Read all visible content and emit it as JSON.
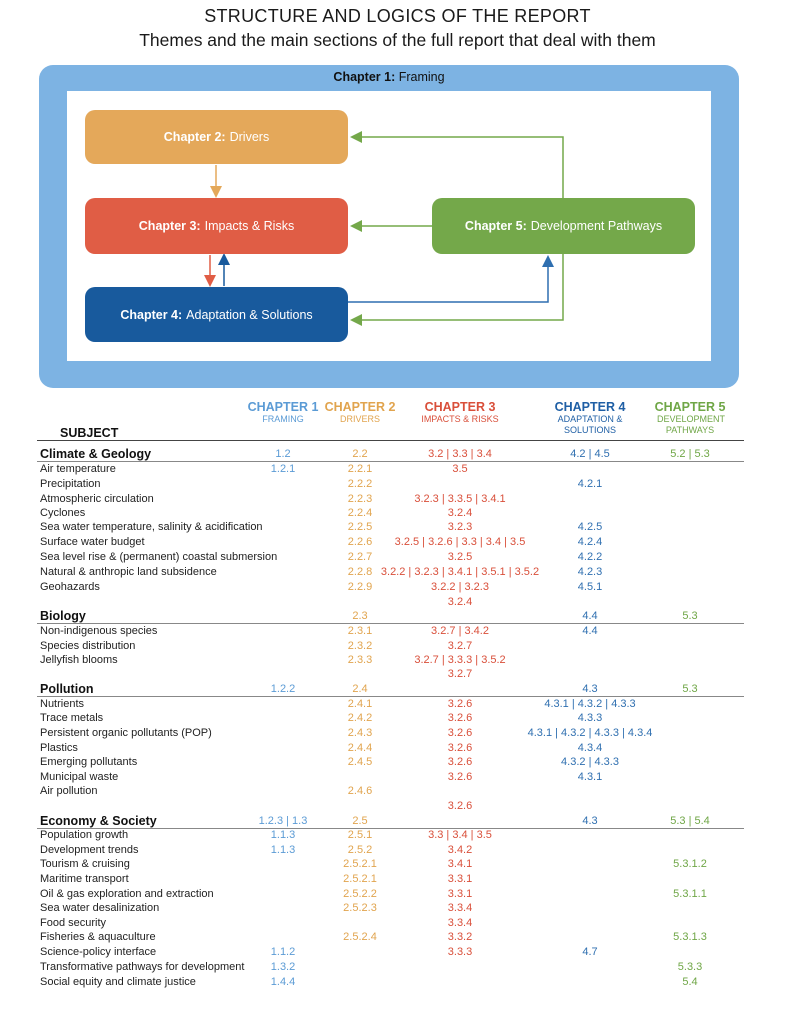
{
  "header": {
    "title": "STRUCTURE AND LOGICS OF THE REPORT",
    "subtitle": "Themes and the main sections of the full report that deal with them"
  },
  "diagram": {
    "frame": {
      "bold": "Chapter 1:",
      "text": "Framing"
    },
    "boxes": {
      "c2": {
        "bold": "Chapter 2:",
        "text": "Drivers"
      },
      "c3": {
        "bold": "Chapter 3:",
        "text": "Impacts & Risks"
      },
      "c4": {
        "bold": "Chapter 4:",
        "text": "Adaptation & Solutions"
      },
      "c5": {
        "bold": "Chapter 5:",
        "text": "Development Pathways"
      }
    },
    "colors": {
      "c1": "#7db3e3",
      "c2": "#e4a85a",
      "c3": "#e05d45",
      "c4": "#185a9d",
      "c5": "#74a84a"
    }
  },
  "table": {
    "subject_header": "SUBJECT",
    "columns": [
      {
        "name": "CHAPTER 1",
        "sub": "FRAMING"
      },
      {
        "name": "CHAPTER 2",
        "sub": "DRIVERS"
      },
      {
        "name": "CHAPTER 3",
        "sub": "IMPACTS & RISKS"
      },
      {
        "name": "CHAPTER 4",
        "sub": "ADAPTATION & SOLUTIONS"
      },
      {
        "name": "CHAPTER 5",
        "sub": "DEVELOPMENT PATHWAYS"
      }
    ],
    "rows": [
      {
        "label": "Climate & Geology",
        "section": true,
        "c1": "1.2",
        "c2": "2.2",
        "c3": "3.2 | 3.3 | 3.4",
        "c4": "4.2 | 4.5",
        "c5": "5.2 | 5.3"
      },
      {
        "label": "Air temperature",
        "c1": "1.2.1",
        "c2": "2.2.1",
        "c3": "3.5"
      },
      {
        "label": "Precipitation",
        "c2": "2.2.2",
        "c4": "4.2.1"
      },
      {
        "label": "Atmospheric circulation",
        "c2": "2.2.3",
        "c3": "3.2.3 | 3.3.5 | 3.4.1"
      },
      {
        "label": "Cyclones",
        "c2": "2.2.4",
        "c3": "3.2.4"
      },
      {
        "label": "Sea water temperature, salinity & acidification",
        "c2": "2.2.5",
        "c3": "3.2.3",
        "c4": "4.2.5"
      },
      {
        "label": "Surface water budget",
        "c2": "2.2.6",
        "c3": "3.2.5 | 3.2.6 | 3.3 | 3.4 | 3.5",
        "c4": "4.2.4"
      },
      {
        "label": "Sea level rise & (permanent) coastal submersion",
        "c2": "2.2.7",
        "c3": "3.2.5",
        "c4": "4.2.2"
      },
      {
        "label": "Natural & anthropic land subsidence",
        "c2": "2.2.8",
        "c3": "3.2.2 | 3.2.3 | 3.4.1 | 3.5.1 | 3.5.2",
        "c4": "4.2.3"
      },
      {
        "label": "Geohazards",
        "c2": "2.2.9",
        "c3": "3.2.2 | 3.2.3",
        "c4": "4.5.1"
      },
      {
        "label": "",
        "c3": "3.2.4"
      },
      {
        "label": "Biology",
        "section": true,
        "c2": "2.3",
        "c4": "4.4",
        "c5": "5.3"
      },
      {
        "label": "Non-indigenous species",
        "c2": "2.3.1",
        "c3": "3.2.7 | 3.4.2",
        "c4": "4.4"
      },
      {
        "label": "Species distribution",
        "c2": "2.3.2",
        "c3": "3.2.7"
      },
      {
        "label": "Jellyfish blooms",
        "c2": "2.3.3",
        "c3": "3.2.7 | 3.3.3 | 3.5.2"
      },
      {
        "label": "",
        "c3": "3.2.7"
      },
      {
        "label": "Pollution",
        "section": true,
        "c1": "1.2.2",
        "c2": "2.4",
        "c4": "4.3",
        "c5": "5.3"
      },
      {
        "label": "Nutrients",
        "c2": "2.4.1",
        "c3": "3.2.6",
        "c4": "4.3.1 | 4.3.2 | 4.3.3"
      },
      {
        "label": "Trace metals",
        "c2": "2.4.2",
        "c3": "3.2.6",
        "c4": "4.3.3"
      },
      {
        "label": "Persistent organic pollutants (POP)",
        "c2": "2.4.3",
        "c3": "3.2.6",
        "c4": "4.3.1 | 4.3.2 | 4.3.3 | 4.3.4"
      },
      {
        "label": "Plastics",
        "c2": "2.4.4",
        "c3": "3.2.6",
        "c4": "4.3.4"
      },
      {
        "label": "Emerging pollutants",
        "c2": "2.4.5",
        "c3": "3.2.6",
        "c4": "4.3.2 | 4.3.3"
      },
      {
        "label": "Municipal waste",
        "c3": "3.2.6",
        "c4": "4.3.1"
      },
      {
        "label": "Air pollution",
        "c2": "2.4.6"
      },
      {
        "label": "",
        "c3": "3.2.6"
      },
      {
        "label": "Economy & Society",
        "section": true,
        "c1": "1.2.3 | 1.3",
        "c2": "2.5",
        "c4": "4.3",
        "c5": "5.3 | 5.4"
      },
      {
        "label": "Population growth",
        "c1": "1.1.3",
        "c2": "2.5.1",
        "c3": "3.3 | 3.4 | 3.5"
      },
      {
        "label": "Development trends",
        "c1": "1.1.3",
        "c2": "2.5.2",
        "c3": "3.4.2"
      },
      {
        "label": "Tourism & cruising",
        "c2": "2.5.2.1",
        "c3": "3.4.1",
        "c5": "5.3.1.2"
      },
      {
        "label": "Maritime transport",
        "c2": "2.5.2.1",
        "c3": "3.3.1"
      },
      {
        "label": "Oil & gas exploration and extraction",
        "c2": "2.5.2.2",
        "c3": "3.3.1",
        "c5": "5.3.1.1"
      },
      {
        "label": "Sea water desalinization",
        "c2": "2.5.2.3",
        "c3": "3.3.4"
      },
      {
        "label": "Food security",
        "c3": "3.3.4"
      },
      {
        "label": "Fisheries & aquaculture",
        "c2": "2.5.2.4",
        "c3": "3.3.2",
        "c5": "5.3.1.3"
      },
      {
        "label": "Science-policy interface",
        "c1": "1.1.2",
        "c3": "3.3.3",
        "c4": "4.7"
      },
      {
        "label": "Transformative pathways for development",
        "c1": "1.3.2",
        "c5": "5.3.3"
      },
      {
        "label": "Social equity and climate justice",
        "c1": "1.4.4",
        "c5": "5.4"
      }
    ]
  }
}
